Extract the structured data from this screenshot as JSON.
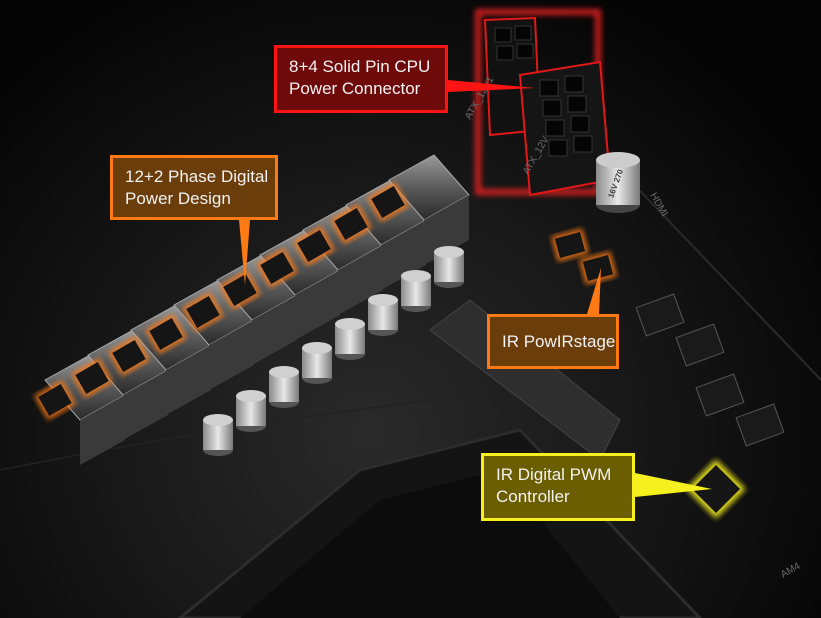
{
  "callouts": {
    "cpu_power": {
      "line1": "8+4 Solid Pin CPU",
      "line2": "Power Connector",
      "color": "#ff1414"
    },
    "phase": {
      "line1": "12+2 Phase Digital",
      "line2": "Power Design",
      "color": "#ff7a14"
    },
    "powirstage": {
      "line1": "IR PowIRstage",
      "color": "#ff7a14"
    },
    "pwm": {
      "line1": "IR Digital PWM",
      "line2": "Controller",
      "color": "#f5f01e"
    }
  },
  "silkscreen": {
    "atx_12v": "ATX_12V",
    "atx_12v1": "ATX_12V1",
    "hdmi": "HDMI",
    "am4": "AM4",
    "cap_label": "16V 270"
  }
}
